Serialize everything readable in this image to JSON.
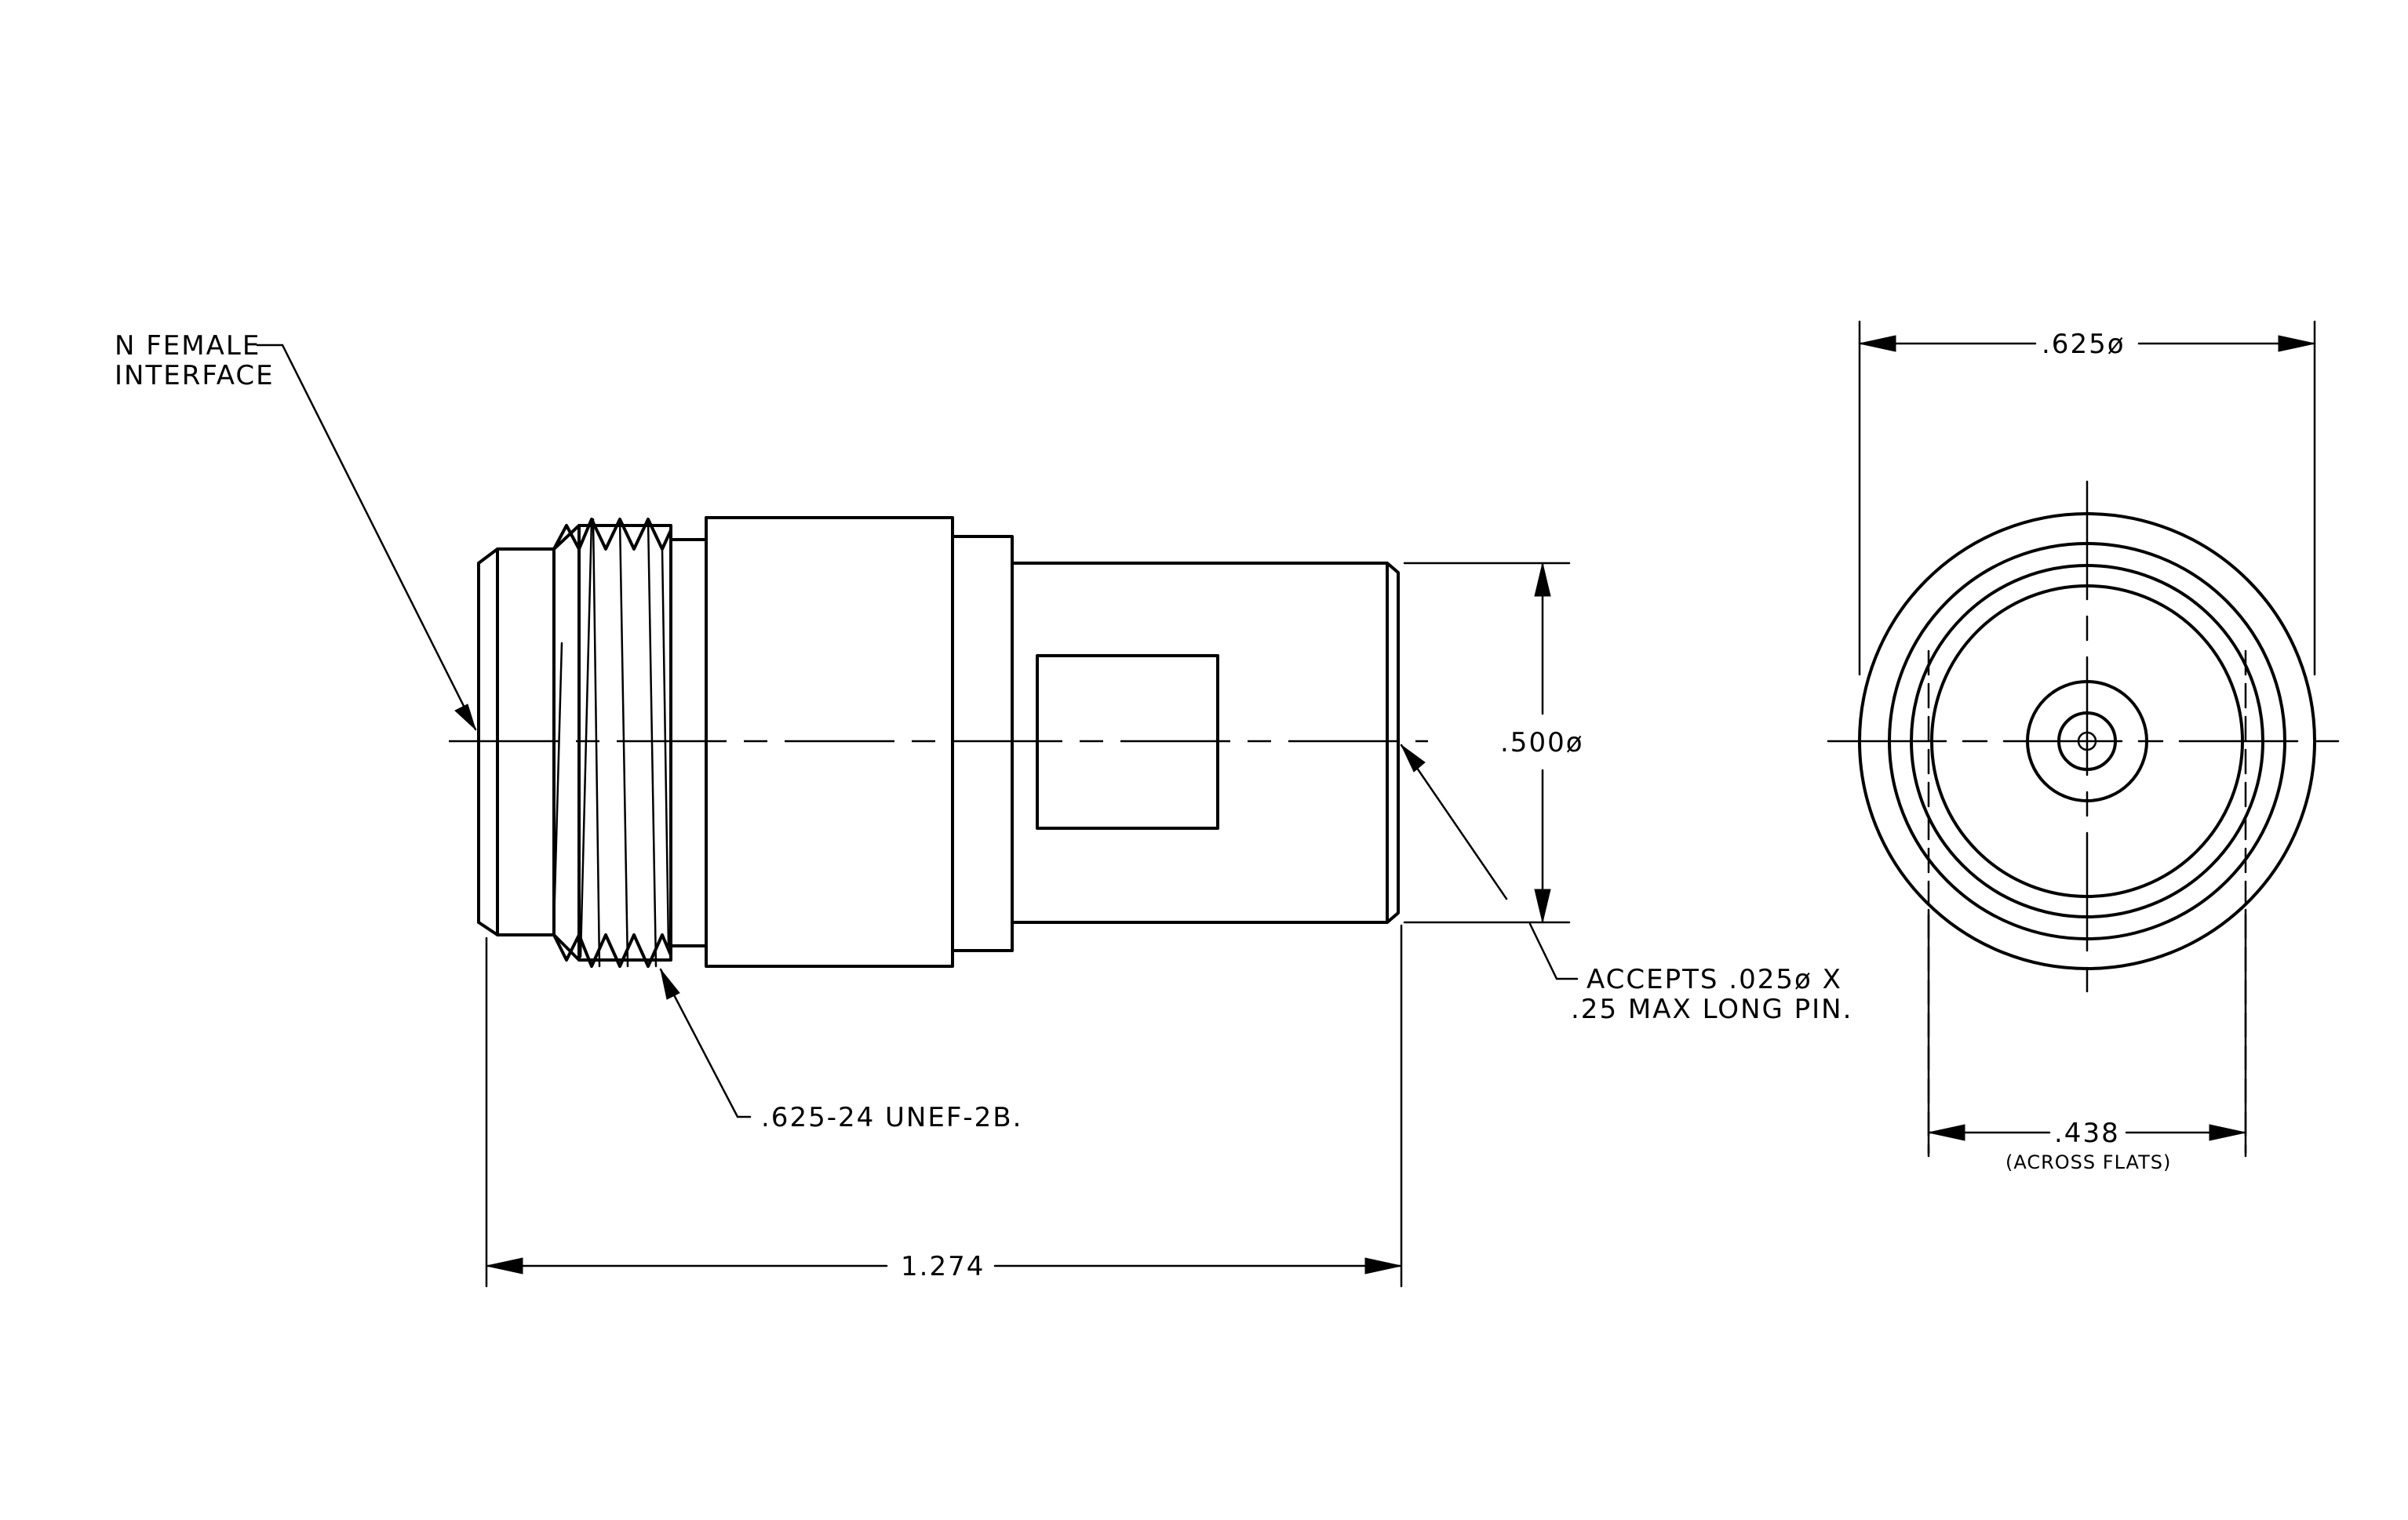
{
  "notes": {
    "interface_line1": "N FEMALE",
    "interface_line2": "INTERFACE",
    "thread_spec": ".625-24 UNEF-2B.",
    "pin_line1": "ACCEPTS .025ø X",
    "pin_line2": ".25 MAX LONG PIN."
  },
  "dimensions": {
    "overall_length": "1.274",
    "body_diameter": ".500ø",
    "outer_diameter": ".625ø",
    "across_flats": ".438",
    "across_flats_note": "(ACROSS FLATS)"
  }
}
